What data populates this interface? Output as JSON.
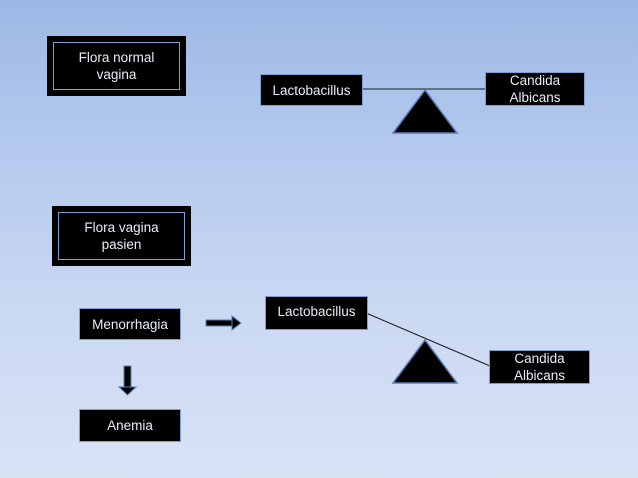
{
  "top_section": {
    "label": "Flora normal vagina",
    "left_organism": "Lactobacillus",
    "right_organism": "Candida Albicans"
  },
  "bottom_section": {
    "label": "Flora vagina pasien",
    "cause": "Menorrhagia",
    "effect": "Anemia",
    "left_organism": "Lactobacillus",
    "right_organism": "Candida Albicans"
  }
}
